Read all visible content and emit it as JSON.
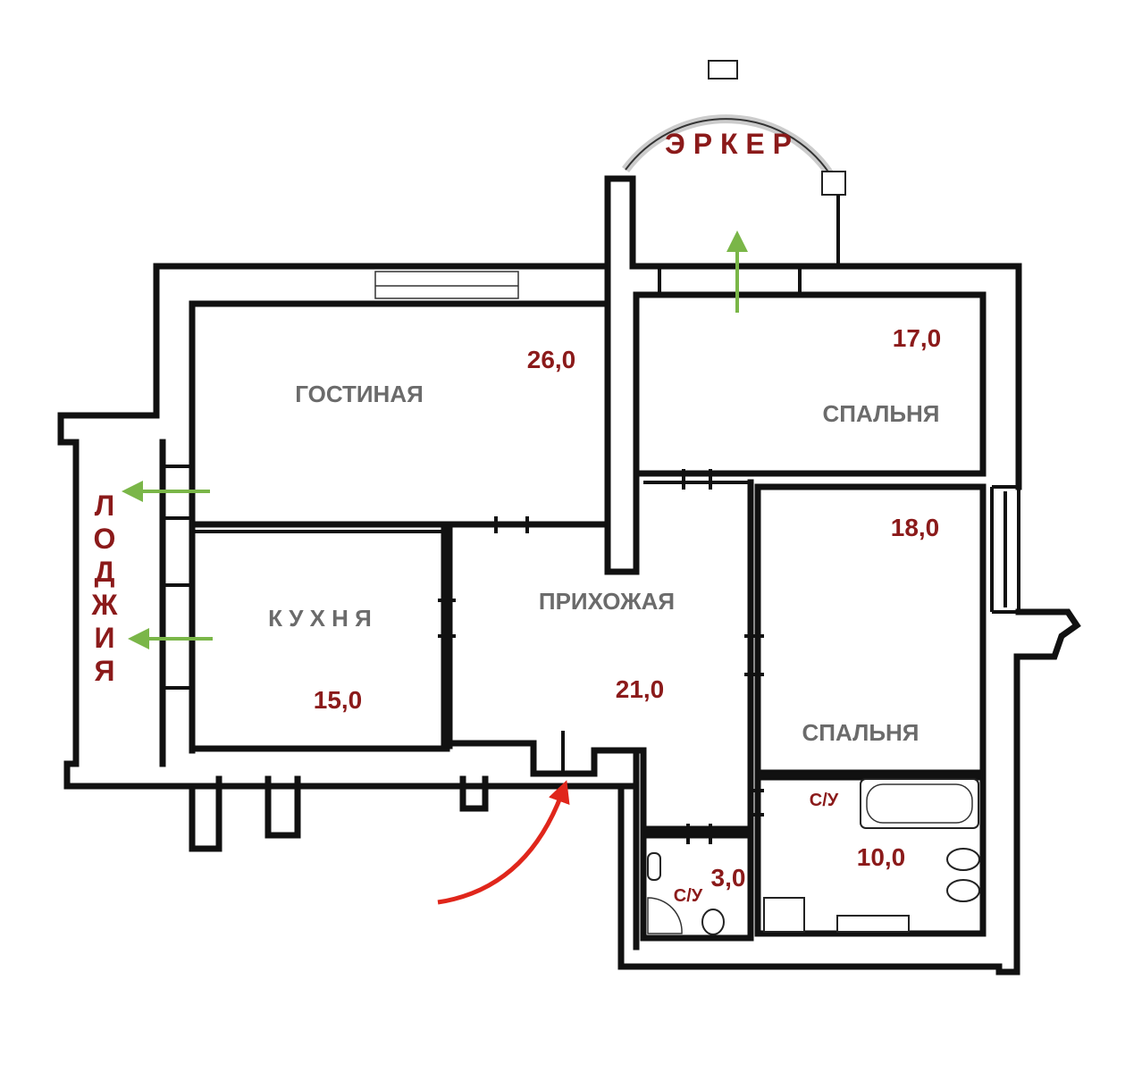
{
  "colors": {
    "wall": "#111111",
    "area_text": "#8b1a1a",
    "room_text": "#6b6b6b",
    "exit_arrow": "#7ab648",
    "entry_arrow": "#e0261b"
  },
  "labels": {
    "bay": "Э Р К Е Р",
    "loggia": [
      "Л",
      "О",
      "Д",
      "Ж",
      "И",
      "Я"
    ],
    "living": "ГОСТИНАЯ",
    "kitchen": "К У Х Н Я",
    "hall": "ПРИХОЖАЯ",
    "bedroom1": "СПАЛЬНЯ",
    "bedroom2": "СПАЛЬНЯ",
    "bath_big": "С/У",
    "bath_small": "С/У"
  },
  "areas": {
    "living": "26,0",
    "bedroom1": "17,0",
    "bedroom2": "18,0",
    "kitchen": "15,0",
    "hall": "21,0",
    "bath_big": "10,0",
    "bath_small": "3,0"
  },
  "icons": {
    "exit": "green-arrow-icon",
    "entry": "red-curved-arrow-icon"
  }
}
